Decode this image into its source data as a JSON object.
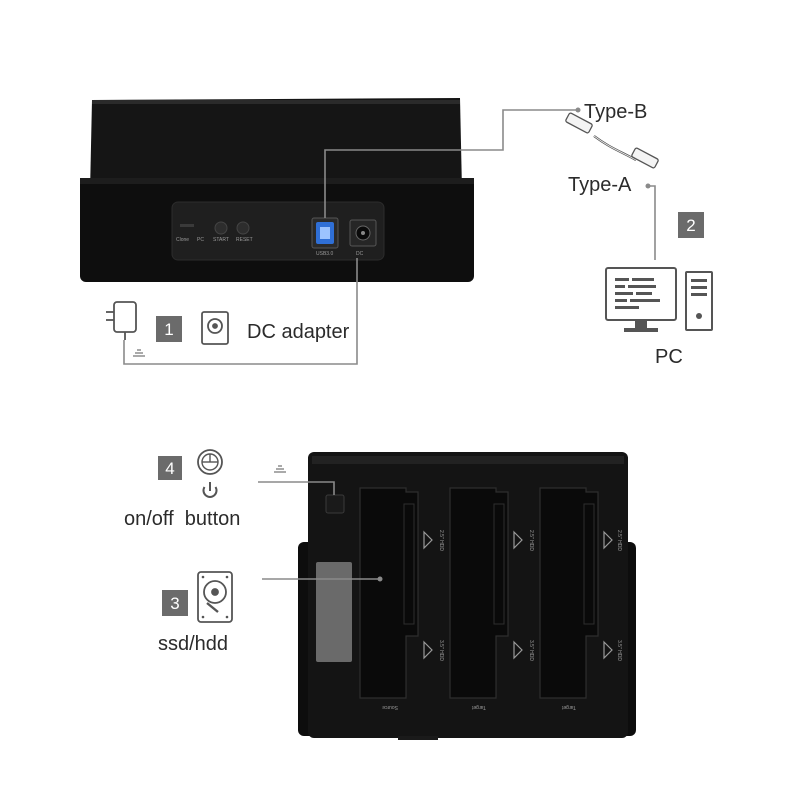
{
  "top": {
    "type_b_label": "Type-B",
    "type_a_label": "Type-A",
    "dc_adapter_label": "DC adapter",
    "pc_label": "PC",
    "step1": "1",
    "step2": "2",
    "panel": {
      "clone": "Clone",
      "pc": "PC",
      "start": "START",
      "reset": "RESET",
      "usb": "USB3.0",
      "dc": "DC"
    }
  },
  "bottom": {
    "onoff_label": "on/off  button",
    "ssd_label": "ssd/hdd",
    "step3": "3",
    "step4": "4",
    "bays": [
      {
        "label": "Source",
        "top_tag": "2.5\" HDD",
        "bottom_tag": "3.5\" HDD"
      },
      {
        "label": "Target",
        "top_tag": "2.5\" HDD",
        "bottom_tag": "3.5\" HDD"
      },
      {
        "label": "Target",
        "top_tag": "2.5\" HDD",
        "bottom_tag": "3.5\" HDD"
      }
    ]
  },
  "colors": {
    "device": "#111111",
    "badge": "#6b6b6b",
    "line": "#8a8a8a",
    "usb_port": "#2f6fd6"
  },
  "icons": [
    "power-adapter-icon",
    "disc-drive-icon",
    "usb-cable-icon",
    "computer-icon",
    "power-button-icon",
    "hard-drive-icon",
    "tray-icon"
  ]
}
